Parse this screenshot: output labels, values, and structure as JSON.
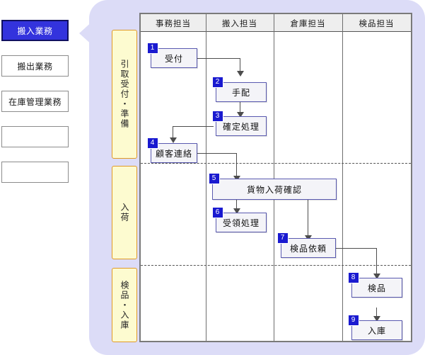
{
  "sidebar": {
    "items": [
      {
        "label": "搬入業務",
        "active": true
      },
      {
        "label": "搬出業務",
        "active": false
      },
      {
        "label": "在庫管理業務",
        "active": false
      },
      {
        "label": "",
        "active": false
      },
      {
        "label": "",
        "active": false
      }
    ]
  },
  "diagram": {
    "columns": [
      {
        "label": "事務担当"
      },
      {
        "label": "搬入担当"
      },
      {
        "label": "倉庫担当"
      },
      {
        "label": "検品担当"
      }
    ],
    "phases": [
      {
        "label": "引取受付・準備"
      },
      {
        "label": "入荷"
      },
      {
        "label": "検品・入庫"
      }
    ],
    "nodes": [
      {
        "num": "1",
        "label": "受付",
        "column": "事務担当",
        "phase": "引取受付・準備"
      },
      {
        "num": "2",
        "label": "手配",
        "column": "搬入担当",
        "phase": "引取受付・準備"
      },
      {
        "num": "3",
        "label": "確定処理",
        "column": "搬入担当",
        "phase": "引取受付・準備"
      },
      {
        "num": "4",
        "label": "顧客連絡",
        "column": "事務担当",
        "phase": "引取受付・準備"
      },
      {
        "num": "5",
        "label": "貨物入荷確認",
        "column": "搬入担当",
        "phase": "入荷"
      },
      {
        "num": "6",
        "label": "受領処理",
        "column": "搬入担当",
        "phase": "入荷"
      },
      {
        "num": "7",
        "label": "検品依頼",
        "column": "倉庫担当",
        "phase": "入荷"
      },
      {
        "num": "8",
        "label": "検品",
        "column": "検品担当",
        "phase": "検品・入庫"
      },
      {
        "num": "9",
        "label": "入庫",
        "column": "検品担当",
        "phase": "検品・入庫"
      }
    ],
    "colors": {
      "panel": "#dcdcf7",
      "active_button": "#3333dd",
      "phase_fill": "#fdfbd0",
      "phase_border": "#e09a28",
      "node_border": "#5a5ab0",
      "badge": "#1a1ad0"
    }
  }
}
